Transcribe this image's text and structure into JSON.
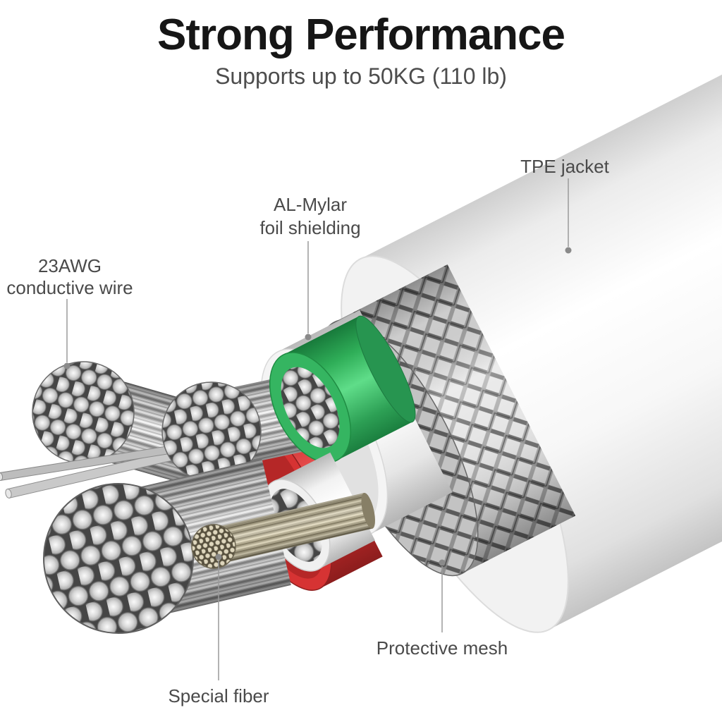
{
  "header": {
    "title": "Strong Performance",
    "subtitle": "Supports up to 50KG (110 lb)"
  },
  "callouts": {
    "tpe_jacket": {
      "label": "TPE jacket"
    },
    "al_mylar": {
      "line1": "AL-Mylar",
      "line2": "foil shielding"
    },
    "conductive_wire": {
      "line1": "23AWG",
      "line2": "conductive wire"
    },
    "protective_mesh": {
      "label": "Protective mesh"
    },
    "special_fiber": {
      "label": "Special fiber"
    }
  },
  "colors": {
    "green_wire_insulation": "#35b561",
    "red_core": "#d63333",
    "label_text": "#4a4a4a",
    "leader_line": "#9a9a9a"
  }
}
